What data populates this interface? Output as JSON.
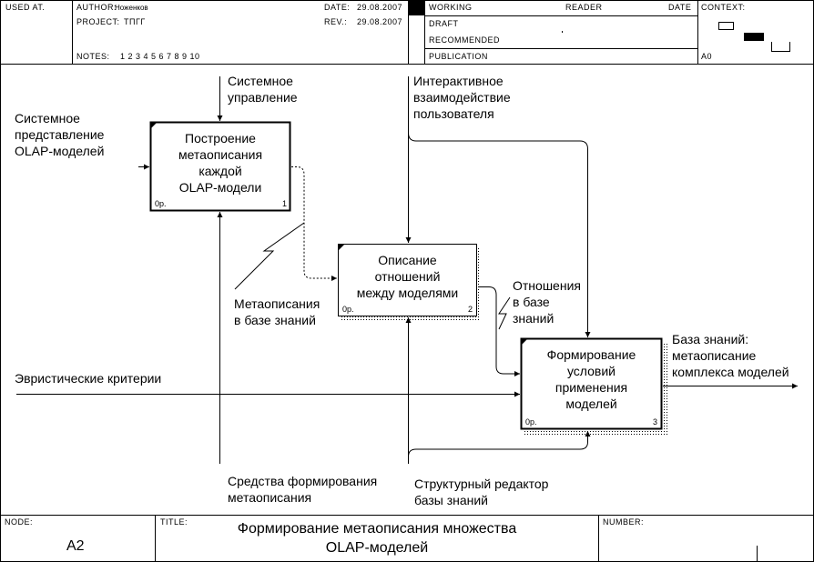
{
  "header": {
    "used_at": "USED AT.",
    "author_label": "AUTHOR:",
    "author": "Ноженков",
    "project_label": "PROJECT:",
    "project": "ТПГГ",
    "notes_label": "NOTES:",
    "notes": "1  2  3  4  5  6  7  8  9  10",
    "date_label": "DATE:",
    "date": "29.08.2007",
    "rev_label": "REV.:",
    "rev": "29.08.2007",
    "status": [
      "WORKING",
      "DRAFT",
      "RECOMMENDED",
      "PUBLICATION"
    ],
    "reader": "READER",
    "reader_date": "DATE",
    "context": "CONTEXT:",
    "context_node": "A0"
  },
  "boxes": [
    {
      "lines": [
        "Построение",
        "метаописания",
        "каждой",
        "OLAP-модели"
      ],
      "tag": "0р.",
      "num": "1"
    },
    {
      "lines": [
        "Описание",
        "отношений",
        "между моделями"
      ],
      "tag": "0р.",
      "num": "2"
    },
    {
      "lines": [
        "Формирование",
        "условий",
        "применения",
        "моделей"
      ],
      "tag": "0р.",
      "num": "3"
    }
  ],
  "arrows": {
    "control_system": [
      "Системное",
      "управление"
    ],
    "input_olap": [
      "Системное",
      "представление",
      "OLAP-моделей"
    ],
    "control_interactive": [
      "Интерактивное",
      "взаимодействие",
      "пользователя"
    ],
    "meta_kb": [
      "Метаописания",
      "в базе знаний"
    ],
    "relations_kb": [
      "Отношения",
      "в базе",
      "знаний"
    ],
    "output_kb": [
      "База знаний:",
      "метаописание",
      "комплекса моделей"
    ],
    "heuristic": [
      "Эвристические критерии"
    ],
    "mech_meta": [
      "Средства формирования",
      "метаописания"
    ],
    "mech_editor": [
      "Структурный редактор",
      "базы знаний"
    ]
  },
  "footer": {
    "node_label": "NODE:",
    "node": "A2",
    "title_label": "TITLE:",
    "title_lines": [
      "Формирование метаописания множества",
      "OLAP-моделей"
    ],
    "number_label": "NUMBER:"
  }
}
